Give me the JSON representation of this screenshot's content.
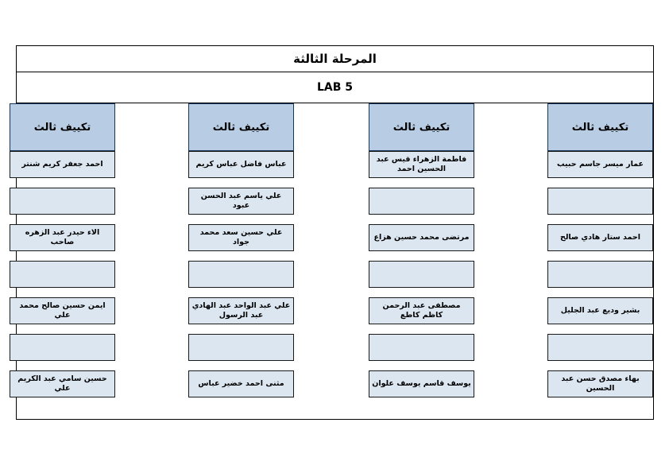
{
  "document": {
    "title": "المرحلة الثالثة",
    "subtitle": "LAB 5",
    "colors": {
      "header_fill": "#b8cce4",
      "cell_fill": "#dce6f1",
      "border": "#1a1a1a",
      "header_border": "#16355b",
      "page_background": "#ffffff"
    }
  },
  "columns": [
    {
      "header": "تكييف ثالث",
      "cells": [
        "عمار ميسر جاسم حبيب",
        "",
        "احمد ستار هادي صالح",
        "",
        "بشير وديع عبد الجليل",
        "",
        "بهاء مصدق حسن عبد الحسين"
      ]
    },
    {
      "header": "تكييف ثالث",
      "cells": [
        "فاطمة الزهراء قيس عبد الحسين احمد",
        "",
        "مرتضى محمد حسين هزاع",
        "",
        "مصطفى عبد الرحمن كاظم كاطع",
        "",
        "يوسف قاسم يوسف علوان"
      ]
    },
    {
      "header": "تكييف ثالث",
      "cells": [
        "عباس فاضل عباس كريم",
        "علي ياسم عبد الحسن عبود",
        "علي حسين سعد محمد جواد",
        "",
        "علي عبد الواحد عبد الهادي عبد الرسول",
        "",
        "مثنى احمد خضير عباس"
      ]
    },
    {
      "header": "تكييف ثالث",
      "cells": [
        "احمد جعفر كريم شنتر",
        "",
        "الاء حيدر عبد الزهره صاحب",
        "",
        "ايمن حسين صالح محمد علي",
        "",
        "حسين سامي عبد الكريم علي"
      ]
    }
  ]
}
